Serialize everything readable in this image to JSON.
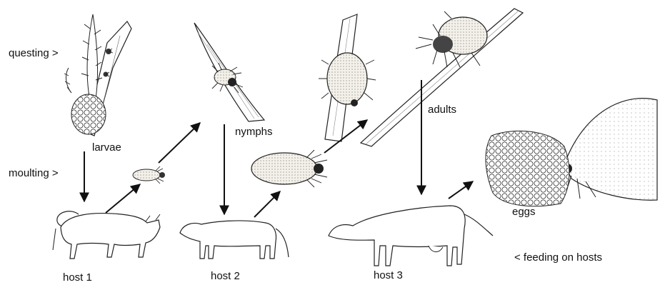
{
  "labels": {
    "questing": "questing >",
    "moulting": "moulting >",
    "larvae": "larvae",
    "nymphs": "nymphs",
    "adults": "adults",
    "eggs": "eggs",
    "host1": "host 1",
    "host2": "host 2",
    "host3": "host 3",
    "feeding": "< feeding on hosts"
  },
  "icons": {
    "larva_cluster": "larvae-cluster-icon",
    "grass": "grass-stem-icon",
    "tick": "tick-icon",
    "bull": "bull-icon",
    "calf": "calf-icon",
    "cow": "cow-icon",
    "egg_mass": "egg-mass-icon"
  },
  "colors": {
    "ink": "#111111",
    "background": "#ffffff",
    "tick_fill": "#f4f1ea"
  }
}
